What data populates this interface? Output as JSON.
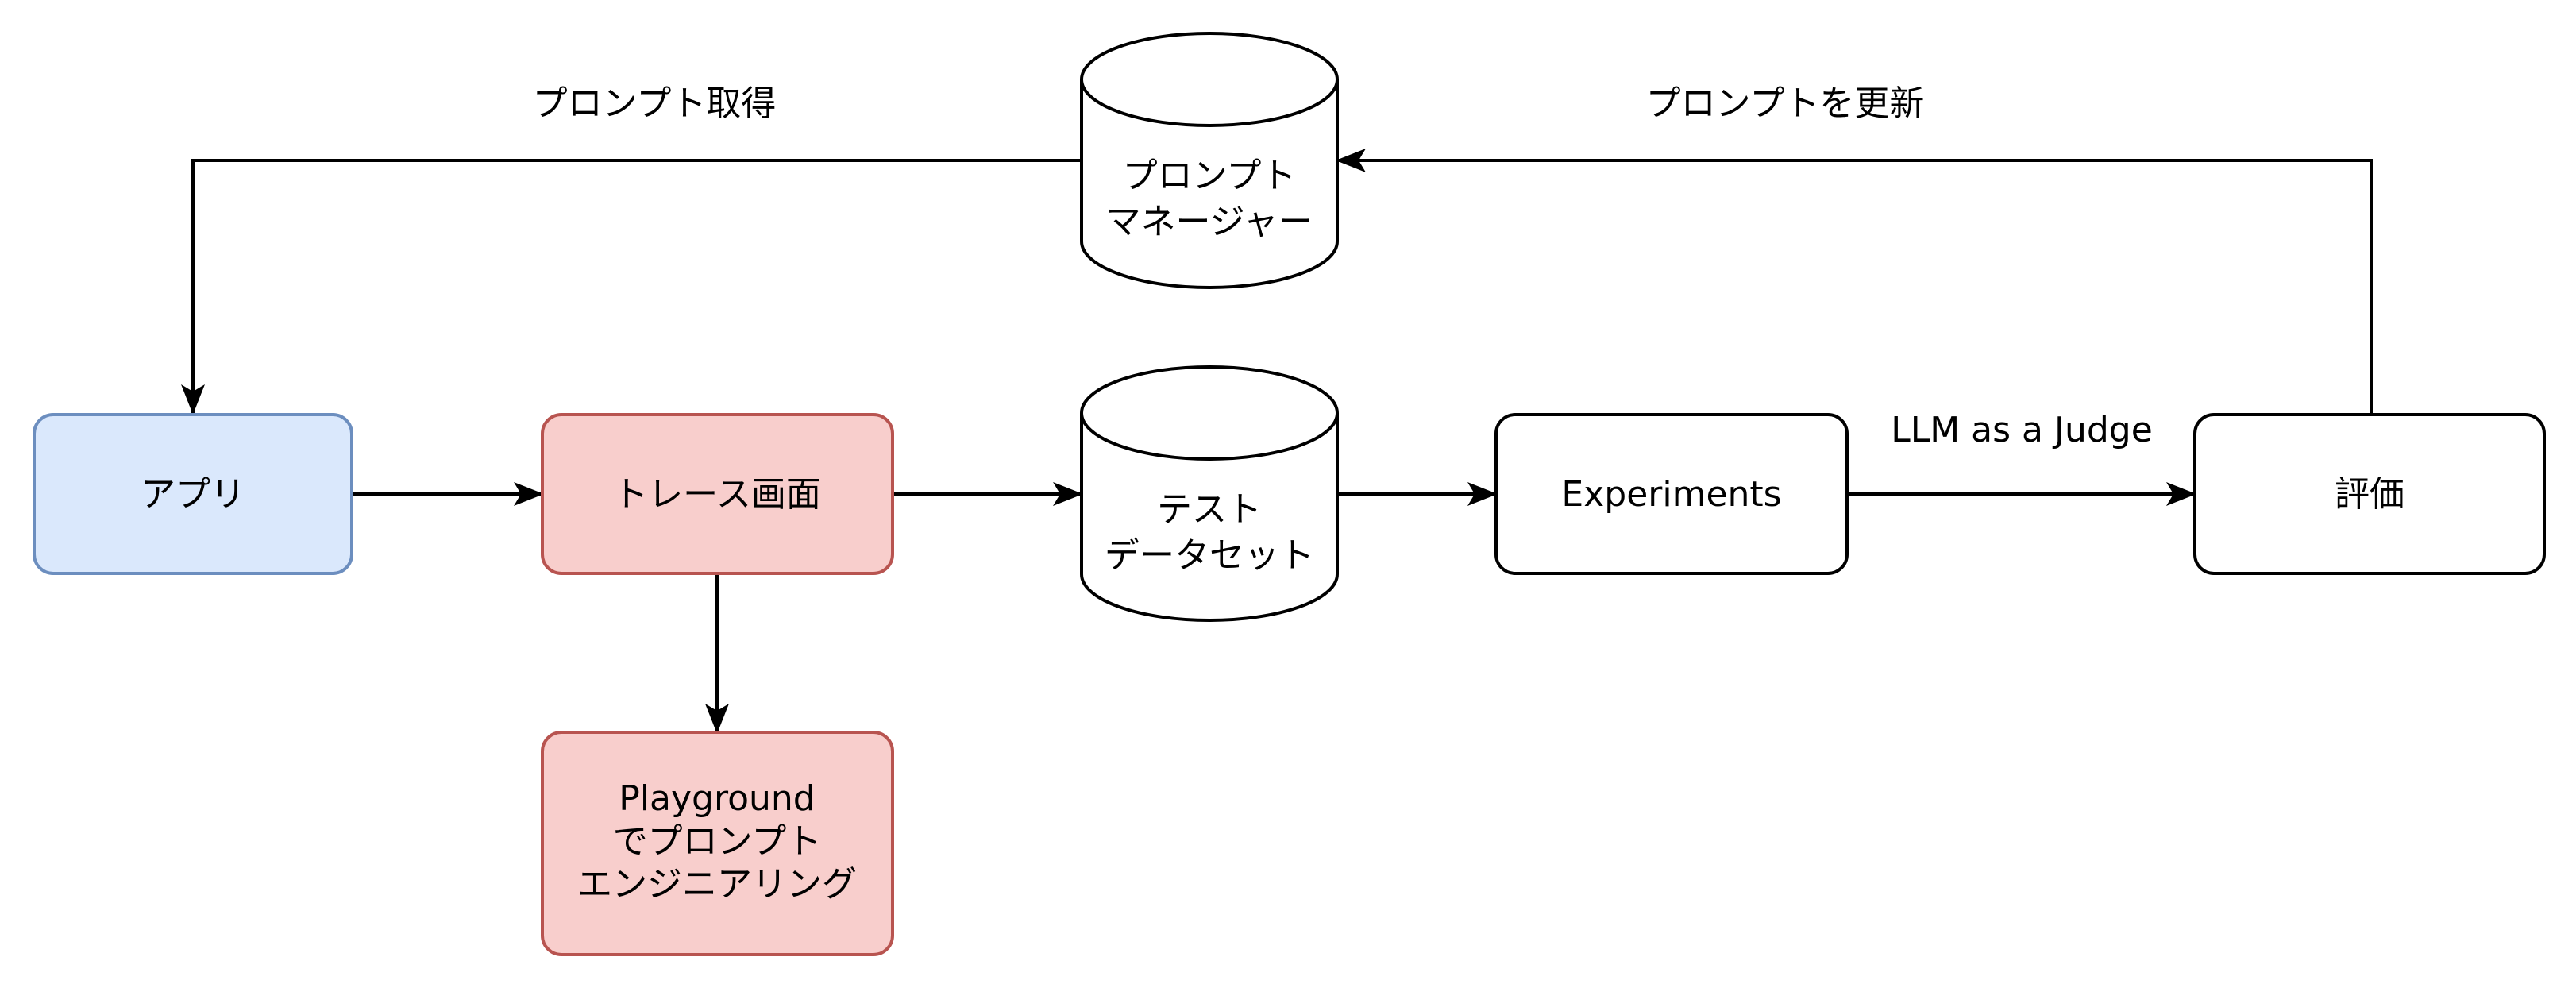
{
  "colors": {
    "app_fill": "#dae8fc",
    "app_stroke": "#6c8ebf",
    "trace_fill": "#f8cecc",
    "trace_stroke": "#b85450",
    "default_fill": "#ffffff",
    "default_stroke": "#000000"
  },
  "nodes": {
    "app": {
      "label": "アプリ"
    },
    "trace": {
      "label": "トレース画面"
    },
    "playground": {
      "lines": [
        "Playground",
        "でプロンプト",
        "エンジニアリング"
      ]
    },
    "dataset": {
      "lines": [
        "テスト",
        "データセット"
      ]
    },
    "experiments": {
      "label": "Experiments"
    },
    "evaluation": {
      "label": "評価"
    },
    "prompt_manager": {
      "lines": [
        "プロンプト",
        "マネージャー"
      ]
    }
  },
  "edges": {
    "fetch_prompt": {
      "label": "プロンプト取得"
    },
    "update_prompt": {
      "label": "プロンプトを更新"
    },
    "llm_judge": {
      "label": "LLM as a Judge"
    }
  }
}
